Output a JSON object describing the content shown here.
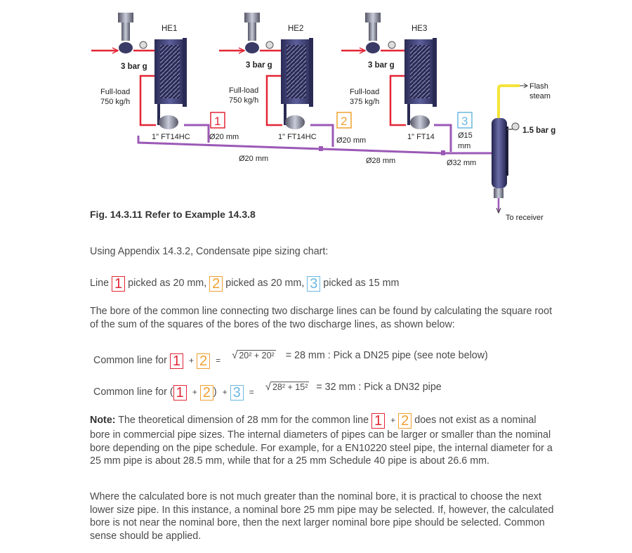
{
  "diagram": {
    "heat_exchangers": [
      "HE1",
      "HE2",
      "HE3"
    ],
    "pressures": [
      "3 bar g",
      "3 bar g",
      "3 bar g"
    ],
    "loads": [
      {
        "line1": "Full-load",
        "line2": "750 kg/h"
      },
      {
        "line1": "Full-load",
        "line2": "750 kg/h"
      },
      {
        "line1": "Full-load",
        "line2": "375 kg/h"
      }
    ],
    "traps": [
      "1\" FT14HC",
      "1\" FT14HC",
      "1\" FT14"
    ],
    "line_numbers": [
      "1",
      "2",
      "3"
    ],
    "discharge_bores": [
      "Ø20 mm",
      "Ø20 mm",
      "Ø15",
      "mm"
    ],
    "common_bores": [
      "Ø20 mm",
      "Ø28 mm",
      "Ø32 mm"
    ],
    "flash": {
      "line1": "Flash",
      "line2": "steam"
    },
    "vessel_pressure": "1.5 bar g",
    "receiver": "To receiver",
    "colors": {
      "steam": "#e32636",
      "condensate": "#9b59b6",
      "flash": "#f5e43a",
      "box1": "#e32636",
      "box2": "#f0a030",
      "box3": "#6cb8e0"
    }
  },
  "caption": "Fig. 14.3.11 Refer to Example 14.3.8",
  "intro": "Using Appendix 14.3.2, Condensate pipe sizing chart:",
  "picked": {
    "prefix": "Line",
    "box1": "1",
    "text1": "picked as 20 mm,",
    "box2": "2",
    "text2": "picked as 20 mm,",
    "box3": "3",
    "text3": "picked as 15 mm"
  },
  "bore_text": "The bore of the common line connecting two discharge lines can be found by calculating the square root of the sum of the squares of the bores of the two discharge lines, as shown below:",
  "eq1": {
    "label": "Common line for",
    "box1": "1",
    "plus": "+",
    "box2": "2",
    "equals": "=",
    "sqrt": "20² + 20²",
    "result": "= 28 mm : Pick a DN25 pipe (see note below)"
  },
  "eq2": {
    "label": "Common line for (",
    "box1": "1",
    "plus1": "+",
    "box2": "2",
    "close": ")",
    "plus2": "+",
    "box3": "3",
    "equals": "=",
    "sqrt": "28² + 15²",
    "result": "= 32 mm : Pick a DN32 pipe"
  },
  "note": {
    "label": "Note:",
    "text_a": "The theoretical dimension of 28 mm for the common line",
    "box1": "1",
    "plus": "+",
    "box2": "2",
    "text_b": "does not exist as a nominal bore in commercial pipe sizes. The internal diameters of pipes can be larger or smaller than the nominal bore depending on the pipe schedule. For example, for a EN10220 steel pipe, the internal diameter for a 25 mm pipe is about 28.5 mm, while that for a 25 mm Schedule 40 pipe is about 26.6 mm."
  },
  "final_para": "Where the calculated bore is not much greater than the nominal bore, it is practical to choose the next lower size pipe. In this instance, a nominal bore 25 mm pipe may be selected. If, however, the calculated bore is not near the nominal bore, then the next larger nominal bore pipe should be selected. Common sense should be applied."
}
